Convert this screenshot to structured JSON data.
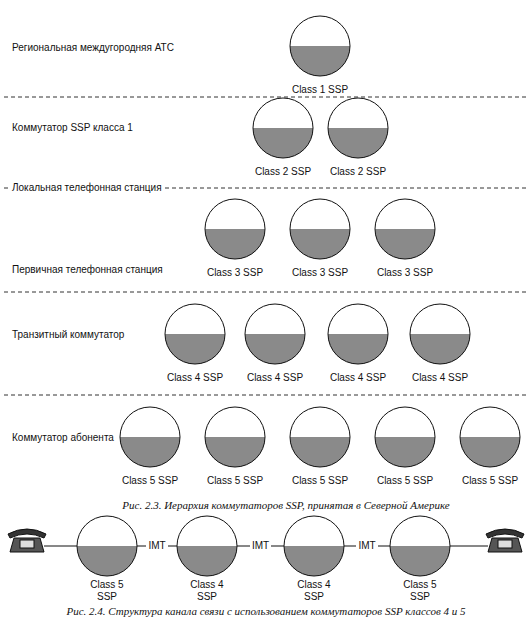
{
  "diagram": {
    "caption": "Рис. 2.3. Иерархия коммутаторов SSP, принятая в Северной Америке",
    "nodes": [
      {
        "text": [
          "Class 1 SSP"
        ]
      },
      {
        "text": [
          "Class 2 SSP"
        ]
      },
      {
        "text": [
          "Class 2 SSP"
        ]
      },
      {
        "text": [
          "Class 3 SSP"
        ]
      },
      {
        "text": [
          "Class 3 SSP"
        ]
      },
      {
        "text": [
          "Class 3 SSP"
        ]
      },
      {
        "text": [
          "Class 4 SSP"
        ]
      },
      {
        "text": [
          "Class 4 SSP"
        ]
      },
      {
        "text": [
          "Class 4 SSP"
        ]
      },
      {
        "text": [
          "Class 4 SSP"
        ]
      },
      {
        "text": [
          "Class 5 SSP"
        ]
      },
      {
        "text": [
          "Class 5 SSP"
        ]
      },
      {
        "text": [
          "Class 5 SSP"
        ]
      },
      {
        "text": [
          "Class 5 SSP"
        ]
      },
      {
        "text": [
          "Class 5 SSP"
        ]
      },
      {
        "text": [
          "Class 5 SSP"
        ]
      },
      {
        "text": [
          "Class 4 SSP"
        ]
      },
      {
        "text": [
          "Class 4 SSP"
        ]
      },
      {
        "text": [
          "Class 5 SSP"
        ]
      }
    ],
    "edges": [
      {
        "from": 15,
        "to": 16,
        "arrow": "none",
        "label": "IMT"
      },
      {
        "from": 16,
        "to": 17,
        "arrow": "none",
        "label": "IMT"
      },
      {
        "from": 17,
        "to": 18,
        "arrow": "none",
        "label": "IMT"
      }
    ],
    "labels": [
      "Региональная междугородняя АТС",
      "Коммутатор SSP класса 1",
      "Локальная телефонная станция",
      "Первичная телефонная станция",
      "Транзитный коммутатор",
      "Коммутатор абонента",
      "Рис. 2.4. Структура канала связи с использованием коммутаторов SSP классов 4 и 5"
    ]
  }
}
